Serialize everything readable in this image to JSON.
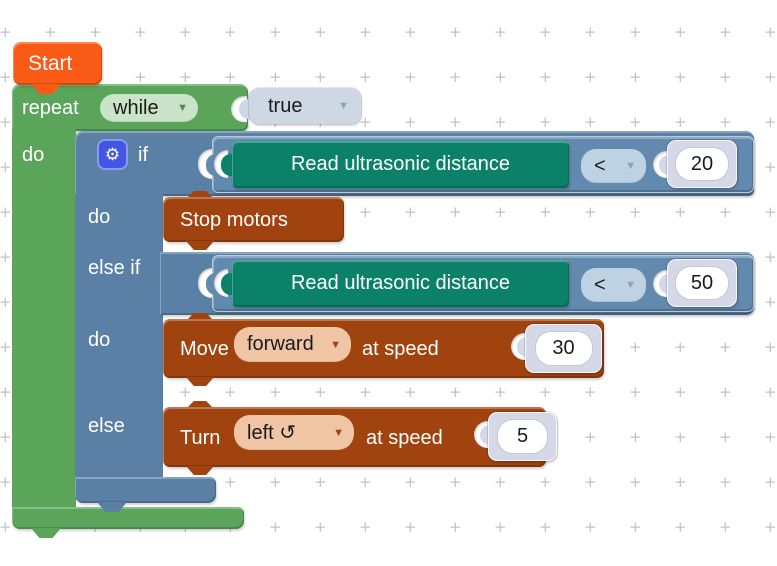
{
  "colors": {
    "background": "#ffffff",
    "grid-cross": "#c2c2c4",
    "orange": "#f95a16",
    "green": "#5ba55b",
    "green-dd": "#c9e4c9",
    "green-arrow": "#4c8c4c",
    "blue": "#5b80a5",
    "cmp-blue": "#6289ae",
    "blue-dd": "#bed2e3",
    "blue-arrow": "#89a4bc",
    "teal": "#0a8168",
    "brown": "#a0430e",
    "tan": "#efc5a5",
    "shadow-block": "#d4d8e8",
    "true-block": "#cdd8e4",
    "field-bg": "#ffffff",
    "field-border": "#c8c8c8",
    "gear-bg": "#4356e3",
    "gear-border": "#8b9af2",
    "text-light": "#ffffff",
    "text-dark": "#1a1a1a"
  },
  "workspace": {
    "grid_cross": "+"
  },
  "ui": {
    "dropdown_arrow": "▼"
  },
  "start_block": {
    "label": "Start"
  },
  "repeat_block": {
    "label": "repeat",
    "mode": "while",
    "condition": "true",
    "do_label": "do"
  },
  "if_block": {
    "gear_icon": "⚙",
    "if_label": "if",
    "do1_label": "do",
    "elseif_label": "else if",
    "do2_label": "do",
    "else_label": "else",
    "cond1": {
      "sensor": "Read ultrasonic distance",
      "operator": "<",
      "value": "20"
    },
    "cond2": {
      "sensor": "Read ultrasonic distance",
      "operator": "<",
      "value": "50"
    }
  },
  "actions": {
    "stop": {
      "label": "Stop motors"
    },
    "move": {
      "verb": "Move",
      "direction": "forward",
      "at_speed": "at speed",
      "speed": "30"
    },
    "turn": {
      "verb": "Turn",
      "direction": "left ↺",
      "at_speed": "at speed",
      "speed": "5"
    }
  }
}
